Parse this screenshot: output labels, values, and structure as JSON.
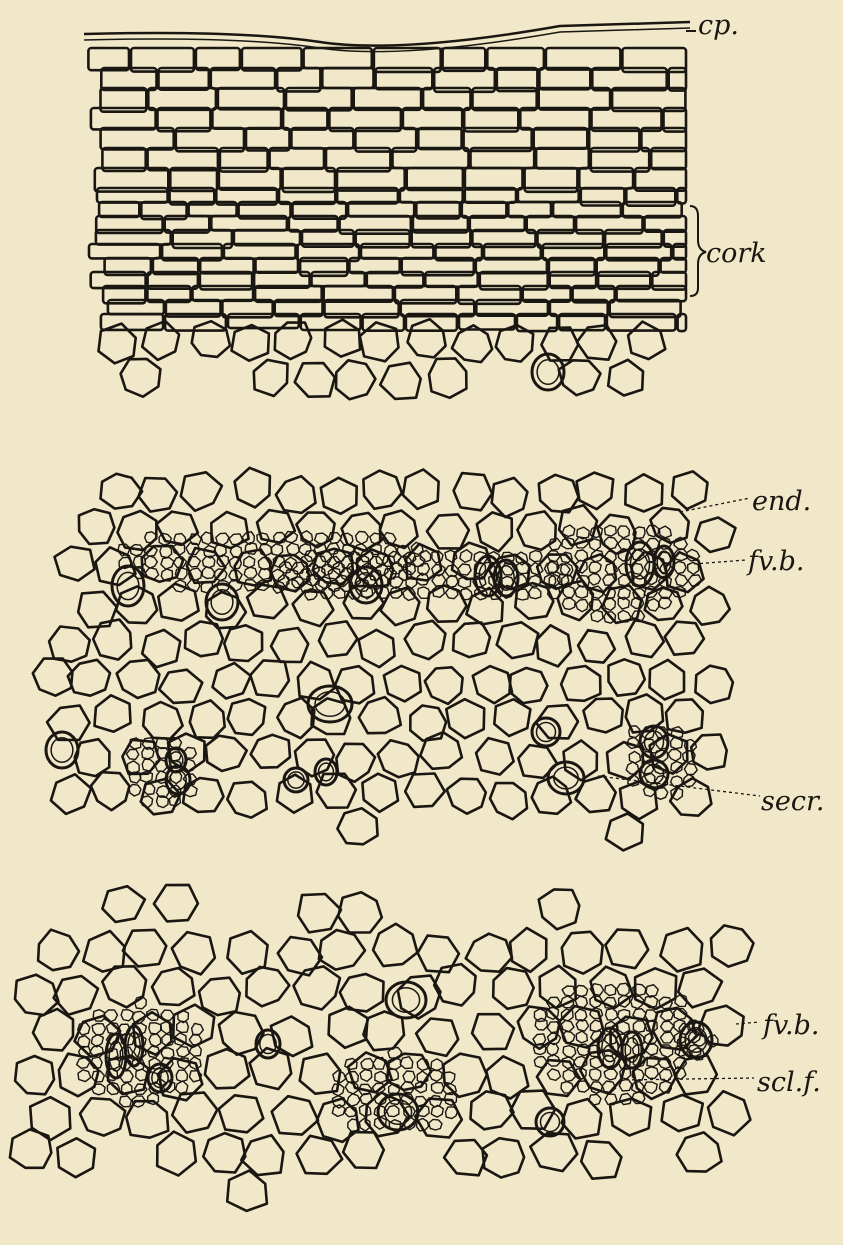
{
  "figure": {
    "background": "#f0e8c8",
    "ink": "#1a1612",
    "panels": [
      {
        "name": "outer-bark-section",
        "tissue": "cork"
      },
      {
        "name": "middle-section",
        "tissue": "parenchyma with fibrovascular bundles"
      },
      {
        "name": "inner-section",
        "tissue": "parenchyma with sclerenchyma fibers"
      }
    ]
  },
  "labels": {
    "cp": "cp.",
    "cork": "cork",
    "end": "end.",
    "fvb_upper": "fv.b.",
    "secr": "secr.",
    "fvb_lower": "fv.b.",
    "sclf": "scl.f."
  }
}
